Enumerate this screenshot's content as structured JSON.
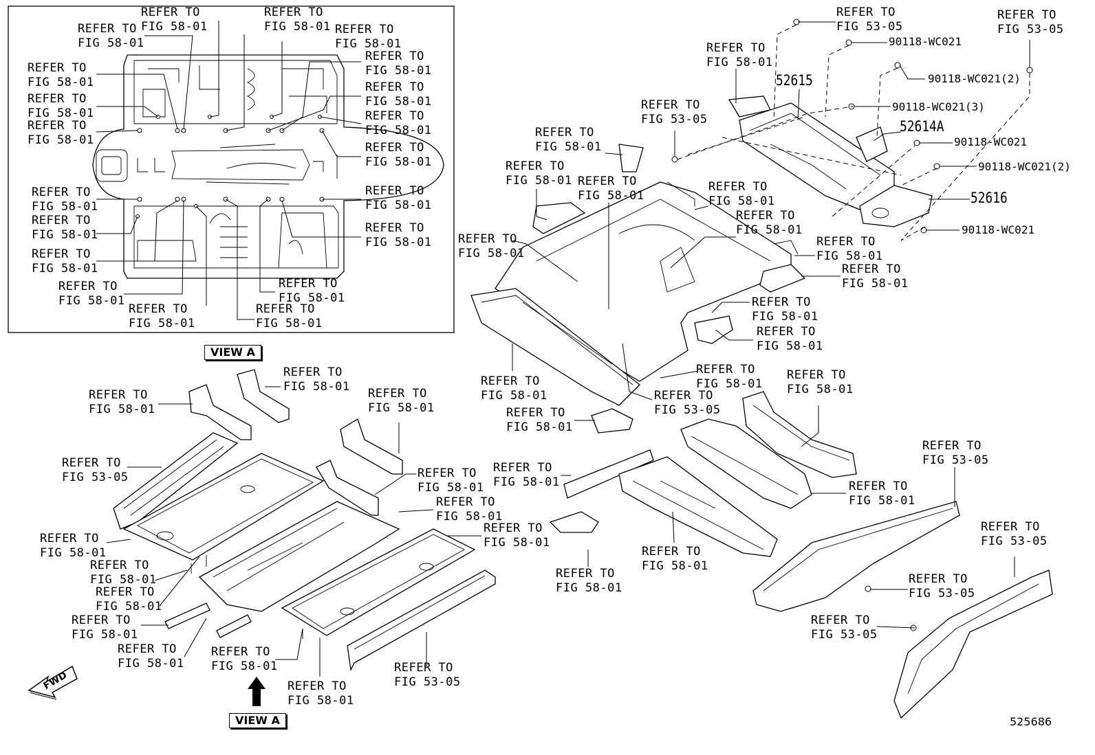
{
  "diagram": {
    "view_a_label": "VIEW A",
    "fwd_label": "FWD",
    "drawing_code": "525686",
    "refer_58": "REFER TO\nFIG 58-01",
    "refer_53": "REFER TO\nFIG 53-05",
    "part_numbers": {
      "p52615": "52615",
      "p52614a": "52614A",
      "p52616": "52616",
      "bolt1": "90118-WC021",
      "bolt2": "90118-WC021(2)",
      "bolt3": "90118-WC021(3)",
      "bolt4": "90118-WC021",
      "bolt5": "90118-WC021(2)",
      "bolt6": "90118-WC021"
    }
  }
}
